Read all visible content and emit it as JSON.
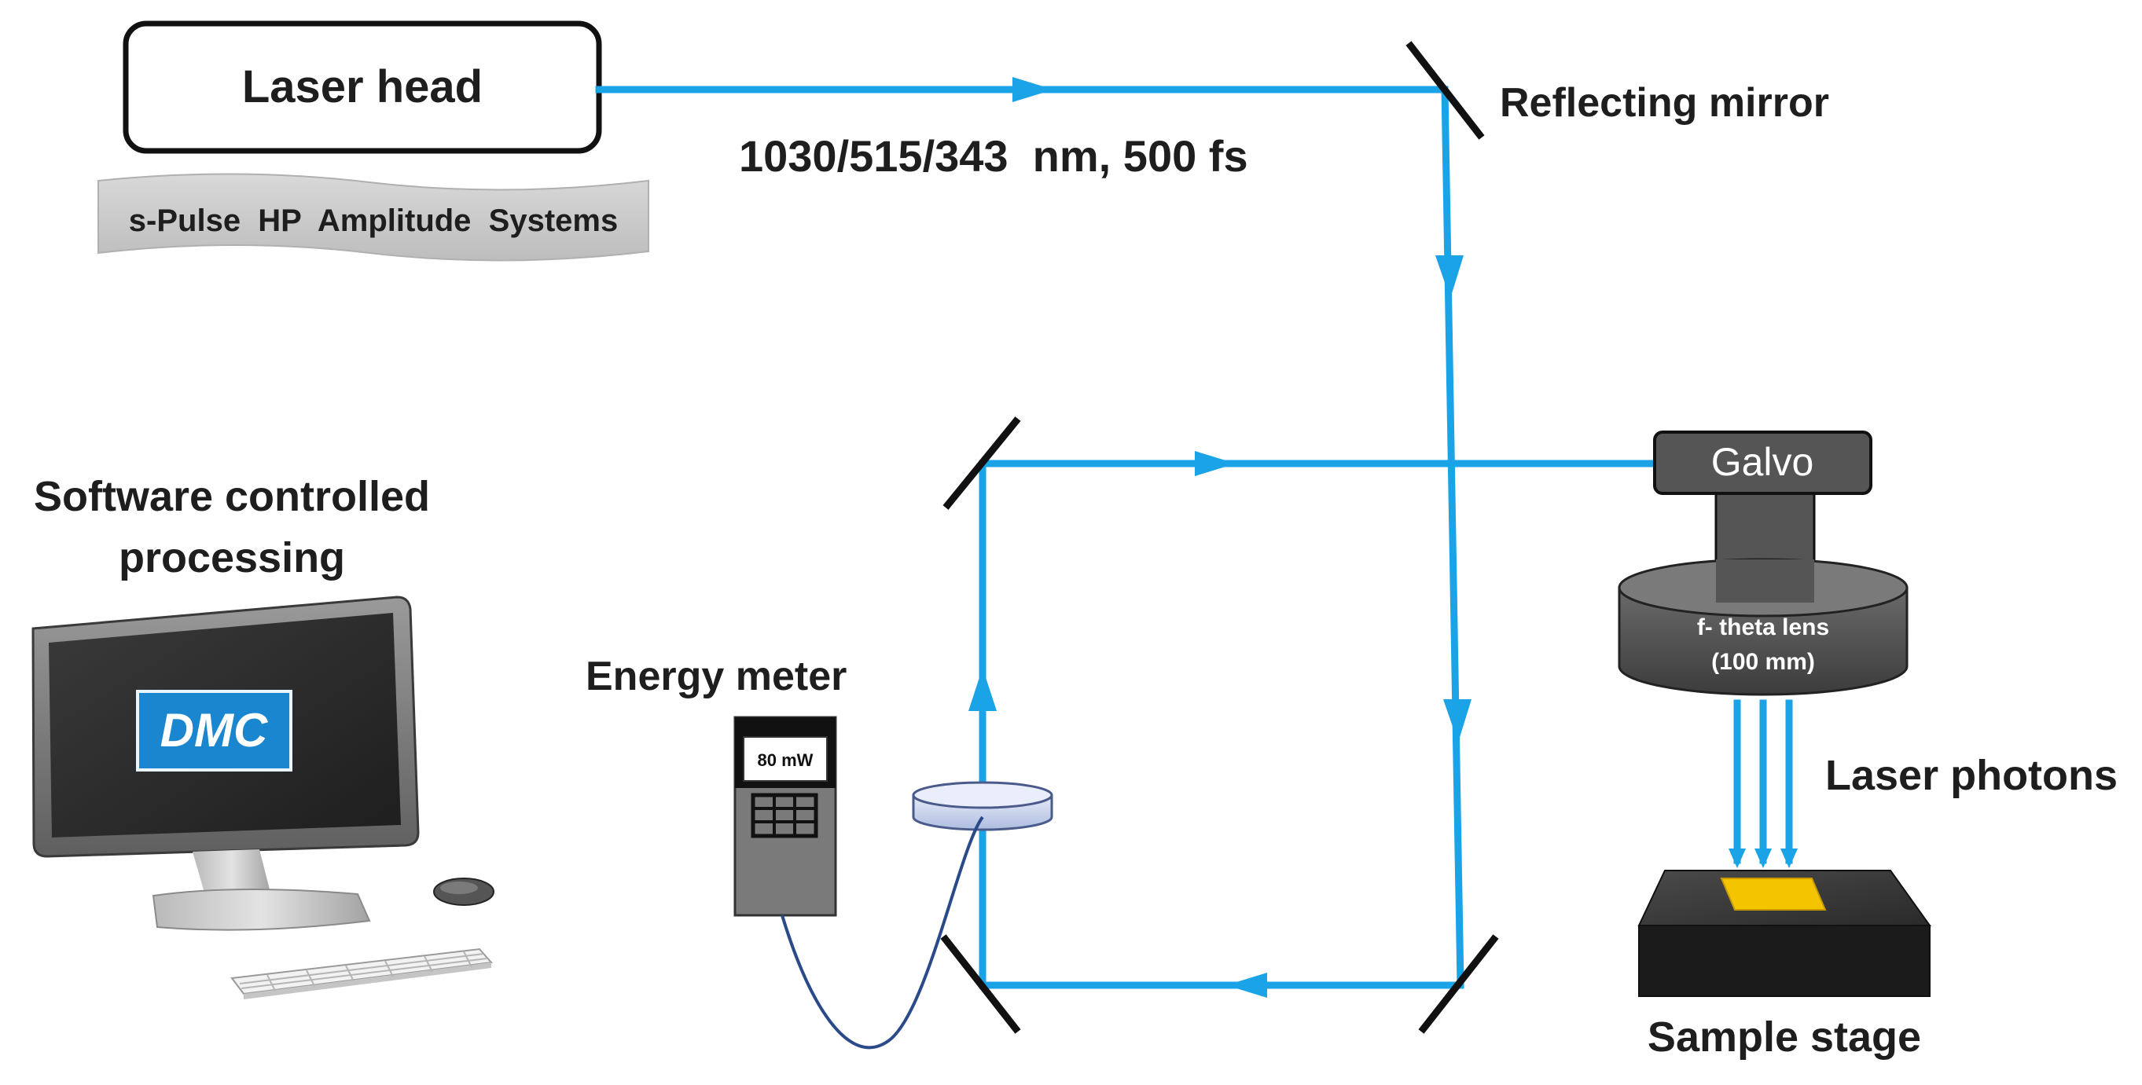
{
  "colors": {
    "beam": "#1aa3e6",
    "mirror": "#111111",
    "galvo": "#555555",
    "sample": "#f5c400",
    "cable": "#2b4a8a"
  },
  "laser_head": {
    "label": "Laser head",
    "subtitle": "s-Pulse  HP  Amplitude  Systems"
  },
  "beam_spec": "1030/515/343  nm, 500 fs",
  "reflecting_mirror": "Reflecting mirror",
  "software": {
    "line1": "Software controlled",
    "line2": "processing",
    "logo_text": "DMC"
  },
  "energy_meter": {
    "label": "Energy meter",
    "reading": "80 mW"
  },
  "galvo": "Galvo",
  "lens": {
    "line1": "f- theta lens",
    "line2": "(100 mm)"
  },
  "laser_photons": "Laser photons",
  "sample_stage": "Sample stage",
  "icons": [
    "mirror-icon",
    "computer-monitor-icon",
    "keyboard-icon",
    "mouse-icon",
    "energy-meter-icon",
    "beam-splitter-icon",
    "galvo-scanner-icon",
    "f-theta-lens-icon",
    "sample-stage-icon"
  ]
}
